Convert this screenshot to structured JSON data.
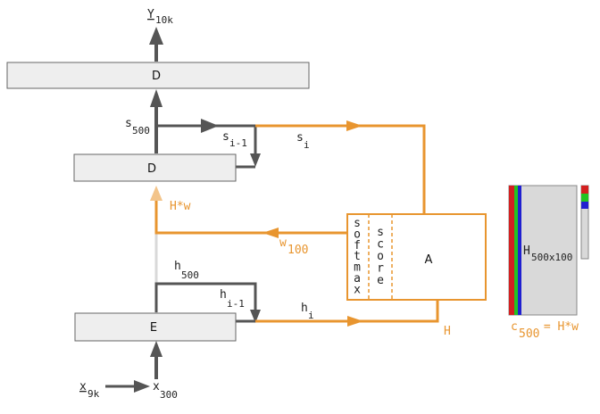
{
  "colors": {
    "dark": "#555555",
    "orange": "#e8952f",
    "box_fill": "#eeeeee",
    "box_stroke": "#666666",
    "matrix_fill": "#d9d9d9",
    "bar_red": "#d32020",
    "bar_green": "#22c422",
    "bar_blue": "#2020d0",
    "faint_line": "#d9d9d9"
  },
  "output": {
    "main": "Y",
    "sub": "10k"
  },
  "decoder_top": {
    "label": "D"
  },
  "decoder": {
    "label": "D"
  },
  "encoder": {
    "label": "E"
  },
  "attention": {
    "label": "A",
    "softmax_letters": [
      "s",
      "o",
      "f",
      "t",
      "m",
      "a",
      "x"
    ],
    "score_letters": [
      "s",
      "c",
      "o",
      "r",
      "e"
    ]
  },
  "labels": {
    "s500": {
      "main": "s",
      "sub": "500"
    },
    "s_prev": {
      "main": "s",
      "sub": "i-1"
    },
    "s_i": {
      "main": "s",
      "sub": "i"
    },
    "hw": "H*w",
    "w100": {
      "main": "w",
      "sub": "100"
    },
    "h500": {
      "main": "h",
      "sub": "500"
    },
    "h_prev": {
      "main": "h",
      "sub": "i-1"
    },
    "h_i": {
      "main": "h",
      "sub": "i"
    },
    "H": "H",
    "x9k": {
      "main": "x",
      "sub": "9k"
    },
    "x300": {
      "main": "x",
      "sub": "300"
    }
  },
  "matrix": {
    "main": "H",
    "sub": "500x100",
    "context": {
      "main": "c",
      "sub": "500",
      "rest": " = H*w"
    }
  }
}
